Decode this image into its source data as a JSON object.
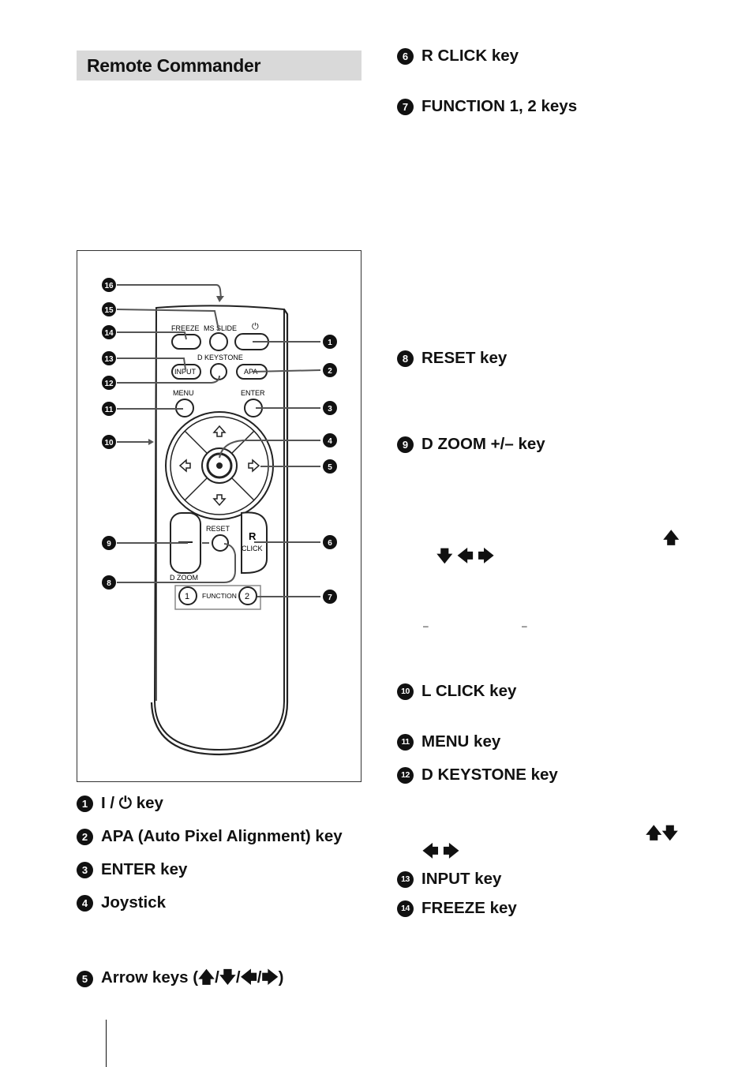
{
  "section": {
    "title": "Remote Commander"
  },
  "left_items": [
    {
      "num": "1",
      "label": "I / ⏻ key"
    },
    {
      "num": "2",
      "label": "APA (Auto Pixel Alignment) key"
    },
    {
      "num": "3",
      "label": "ENTER key"
    },
    {
      "num": "4",
      "label": "Joystick"
    },
    {
      "num": "5",
      "label": "Arrow keys (🡅/🡇/🡄/🡆)"
    }
  ],
  "right_items": [
    {
      "num": "6",
      "label": "R CLICK key"
    },
    {
      "num": "7",
      "label": "FUNCTION 1, 2 keys"
    },
    {
      "num": "8",
      "label": "RESET key"
    },
    {
      "num": "9",
      "label": "D ZOOM +/– key"
    },
    {
      "num": "10",
      "label": "L CLICK key"
    },
    {
      "num": "11",
      "label": "MENU key"
    },
    {
      "num": "12",
      "label": "D KEYSTONE key"
    },
    {
      "num": "13",
      "label": "INPUT key"
    },
    {
      "num": "14",
      "label": "FREEZE key"
    }
  ],
  "fragments": {
    "arrows_a_up": "🡅",
    "arrows_a_rest": "🡇 🡄 🡆",
    "dash": "–",
    "arrows_b_updown": "🡅🡇",
    "arrows_b_leftright": "🡄 🡆"
  },
  "remote": {
    "freeze": "FREEZE",
    "ms_slide": "MS SLIDE",
    "power": "⏻",
    "d_keystone": "D KEYSTONE",
    "input": "INPUT",
    "apa": "APA",
    "menu": "MENU",
    "enter": "ENTER",
    "reset": "RESET",
    "r": "R",
    "click": "CLICK",
    "d_zoom": "D ZOOM",
    "fn1": "1",
    "function": "FUNCTION",
    "fn2": "2",
    "callouts": [
      "16",
      "15",
      "14",
      "13",
      "12",
      "11",
      "10",
      "9",
      "8",
      "1",
      "2",
      "3",
      "4",
      "5",
      "6",
      "7"
    ]
  }
}
